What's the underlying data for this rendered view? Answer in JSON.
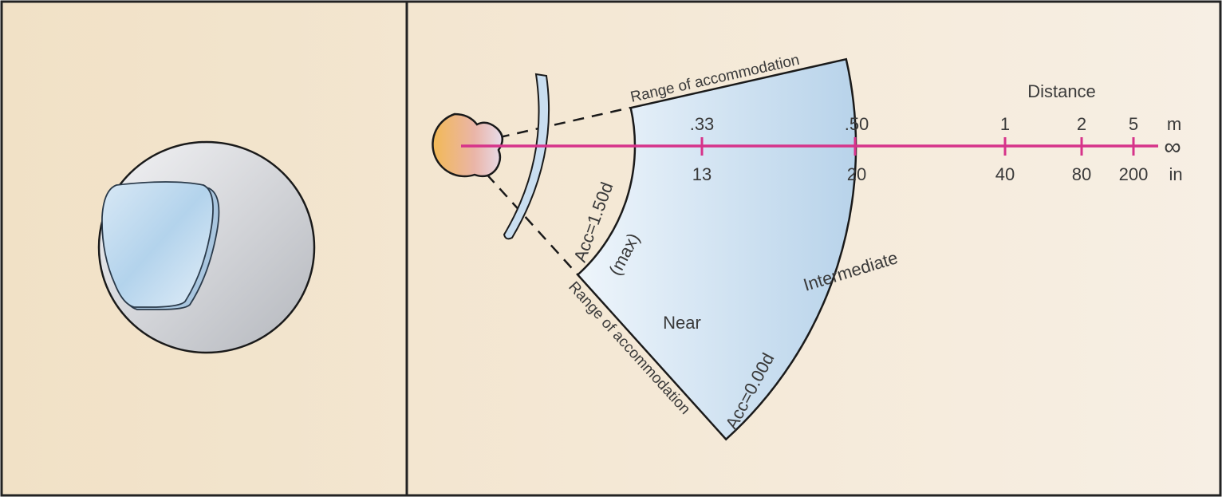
{
  "colors": {
    "background": "#f3e6d0",
    "sector": "#c9def0",
    "axis": "#d6338a",
    "outline": "#1a1a1a"
  },
  "diagram": {
    "distance_title": "Distance",
    "unit_m": "m",
    "unit_in": "in",
    "infinity": "∞",
    "ticks": [
      {
        "m": ".33",
        "in": "13"
      },
      {
        "m": ".50",
        "in": "20"
      },
      {
        "m": "1",
        "in": "40"
      },
      {
        "m": "2",
        "in": "80"
      },
      {
        "m": "5",
        "in": "200"
      }
    ],
    "range_top": "Range of accommodation",
    "range_bottom": "Range of accommodation",
    "acc_max": "Acc=1.50d",
    "max": "(max)",
    "acc_zero": "Acc=0.00d",
    "near": "Near",
    "intermediate": "Intermediate"
  }
}
